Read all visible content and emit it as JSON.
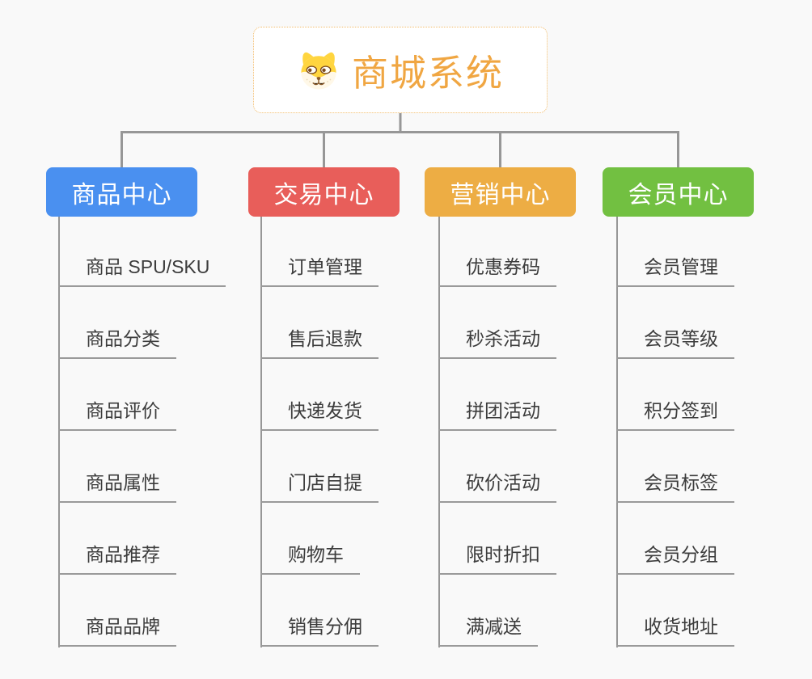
{
  "root": {
    "title": "商城系统",
    "icon": "dog-face-icon"
  },
  "branches": [
    {
      "label": "商品中心",
      "color": "#4A90F0",
      "children": [
        "商品 SPU/SKU",
        "商品分类",
        "商品评价",
        "商品属性",
        "商品推荐",
        "商品品牌"
      ]
    },
    {
      "label": "交易中心",
      "color": "#E85E5A",
      "children": [
        "订单管理",
        "售后退款",
        "快递发货",
        "门店自提",
        "购物车",
        "销售分佣"
      ]
    },
    {
      "label": "营销中心",
      "color": "#EDAD44",
      "children": [
        "优惠券码",
        "秒杀活动",
        "拼团活动",
        "砍价活动",
        "限时折扣",
        "满减送"
      ]
    },
    {
      "label": "会员中心",
      "color": "#72C041",
      "children": [
        "会员管理",
        "会员等级",
        "积分签到",
        "会员标签",
        "会员分组",
        "收货地址"
      ]
    }
  ],
  "colors": {
    "background": "#f9f9f9",
    "line": "#979797",
    "leaf_line": "#9a9a9a",
    "text": "#3c3c3c",
    "root_text": "#F0A642",
    "root_border": "#F2BC6B",
    "branch_text": "#ffffff"
  }
}
